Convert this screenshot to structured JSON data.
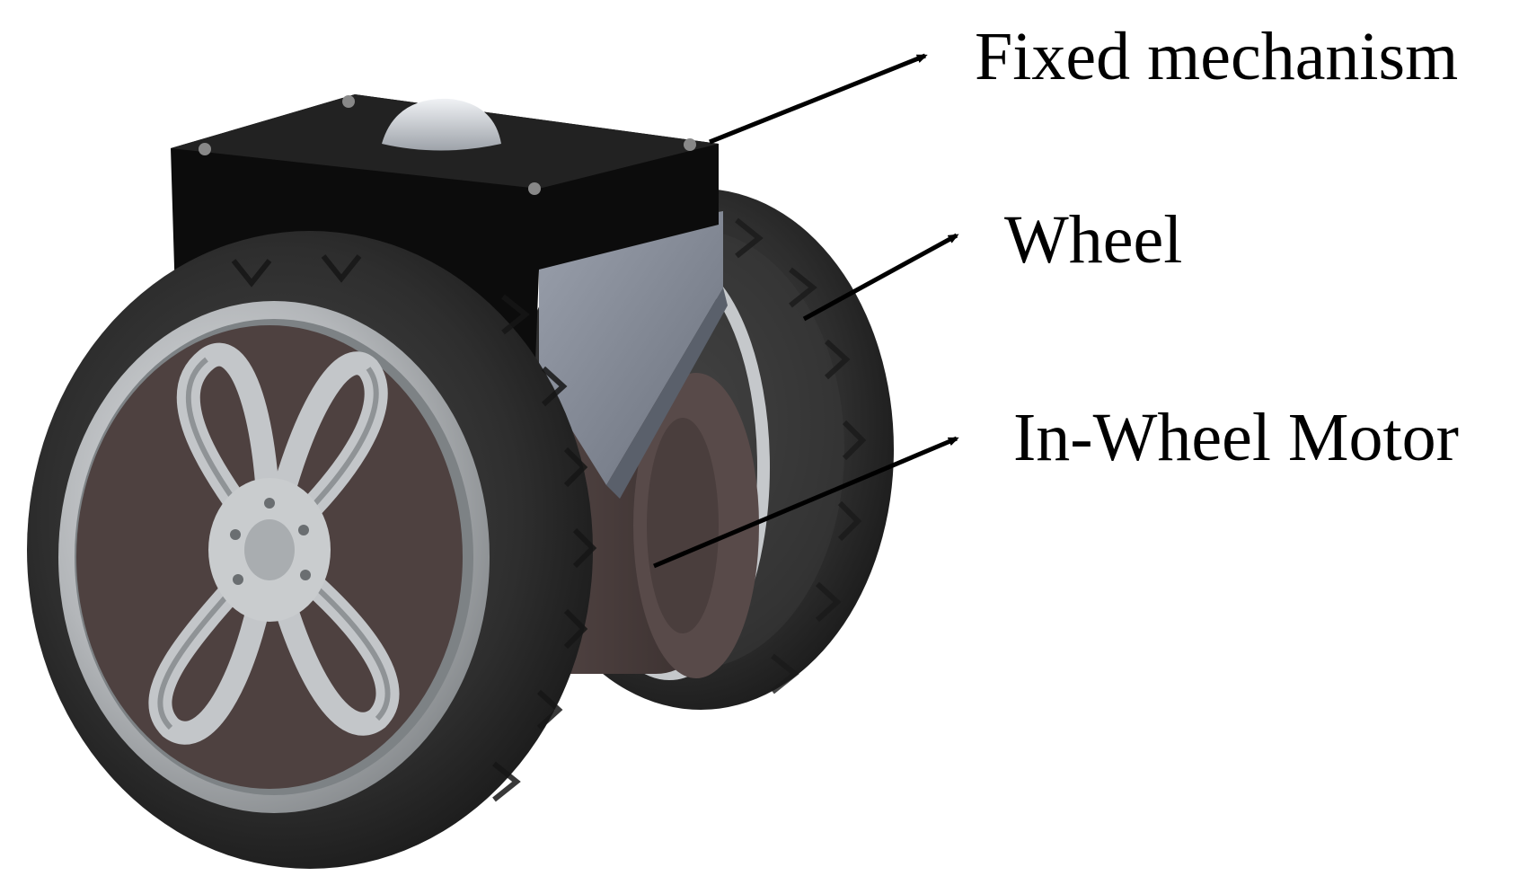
{
  "labels": {
    "fixed_mechanism": "Fixed mechanism",
    "wheel": "Wheel",
    "in_wheel_motor": "In-Wheel Motor"
  },
  "colors": {
    "background": "#ffffff",
    "tire": "#2b2b2b",
    "mount_block": "#0a0a0a",
    "bracket": "#7f8694",
    "motor": "#4e4140",
    "rim": "#b5b8bb",
    "arrow": "#000000"
  }
}
